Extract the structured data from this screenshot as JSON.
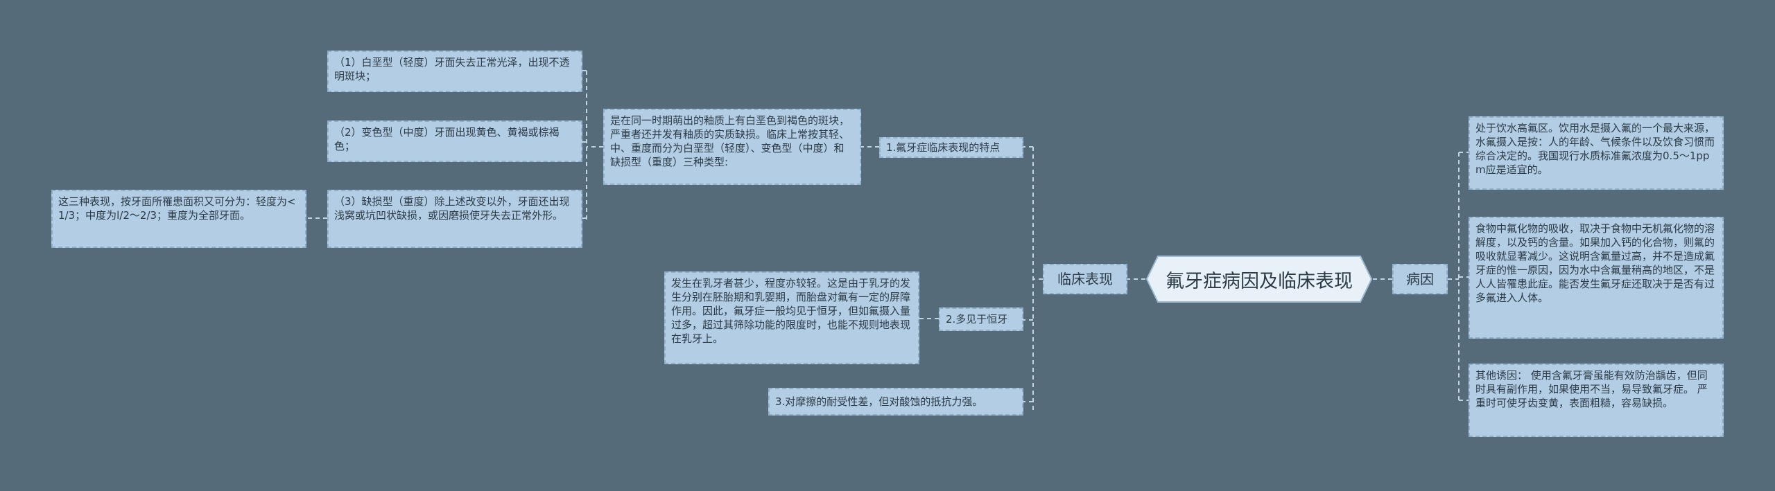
{
  "mindmap": {
    "root": "氟牙症病因及临床表现",
    "left_branch": {
      "label": "临床表现",
      "children": [
        {
          "label": "1.氟牙症临床表现的特点",
          "detail": "是在同一时期萌出的釉质上有白垩色到褐色的斑块，严重者还并发有釉质的实质缺损。临床上常按其轻、中、重度而分为白垩型（轻度）、变色型（中度）和缺损型（重度）三种类型:",
          "types": [
            "（1）白垩型（轻度）牙面失去正常光泽，出现不透明斑块；",
            "（2）变色型（中度）牙面出现黄色、黄褐或棕褐色；",
            "（3）缺损型（重度）除上述改变以外，牙面还出现浅窝或坑凹状缺损，或因磨损使牙失去正常外形。"
          ],
          "area_note": "这三种表现，按牙面所罹患面积又可分为：轻度为<1/3；中度为l/2～2/3；重度为全部牙面。"
        },
        {
          "label": "2.多见于恒牙",
          "detail": "发生在乳牙者甚少，程度亦较轻。这是由于乳牙的发生分别在胚胎期和乳婴期，而胎盘对氟有一定的屏障作用。因此，氟牙症一般均见于恒牙，但如氟摄入量过多，超过其筛除功能的限度时，也能不规则地表现在乳牙上。"
        },
        {
          "label": "3.对摩擦的耐受性差，但对酸蚀的抵抗力强。"
        }
      ]
    },
    "right_branch": {
      "label": "病因",
      "children": [
        "处于饮水高氟区。饮用水是摄入氟的一个最大来源，水氟摄入是按：人的年龄、气候条件以及饮食习惯而综合决定的。我国现行水质标准氟浓度为0.5～1ppm应是适宜的。",
        "食物中氟化物的吸收，取决于食物中无机氟化物的溶解度，以及钙的含量。如果加入钙的化合物，则氟的吸收就显著减少。这说明含氟量过高，并不是造成氟牙症的惟一原因，因为水中含氟量稍高的地区，不是人人皆罹患此症。能否发生氟牙症还取决于是否有过多氟进入人体。",
        "其他诱因： 使用含氟牙膏虽能有效防治龋齿，但同时具有副作用，如果使用不当，易导致氟牙症。 严重时可使牙齿变黄，表面粗糙，容易缺损。"
      ]
    }
  }
}
